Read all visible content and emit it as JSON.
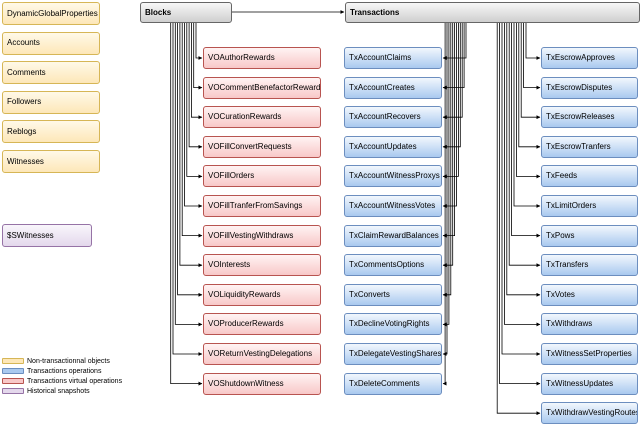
{
  "non_transactional": [
    "DynamicGlobalProperties",
    "Accounts",
    "Comments",
    "Followers",
    "Reblogs",
    "Witnesses"
  ],
  "historical": [
    "$SWitnesses"
  ],
  "blocks_label": "Blocks",
  "transactions_label": "Transactions",
  "virtual_operations": [
    "VOAuthorRewards",
    "VOCommentBenefactorRewards",
    "VOCurationRewards",
    "VOFillConvertRequests",
    "VOFillOrders",
    "VOFillTranferFromSavings",
    "VOFillVestingWithdraws",
    "VOInterests",
    "VOLiquidityRewards",
    "VOProducerRewards",
    "VOReturnVestingDelegations",
    "VOShutdownWitness"
  ],
  "transactions_col1": [
    "TxAccountClaims",
    "TxAccountCreates",
    "TxAccountRecovers",
    "TxAccountUpdates",
    "TxAccountWitnessProxys",
    "TxAccountWitnessVotes",
    "TxClaimRewardBalances",
    "TxCommentsOptions",
    "TxConverts",
    "TxDeclineVotingRights",
    "TxDelegateVestingShares",
    "TxDeleteComments"
  ],
  "transactions_col2": [
    "TxEscrowApproves",
    "TxEscrowDisputes",
    "TxEscrowReleases",
    "TxEscrowTranfers",
    "TxFeeds",
    "TxLimitOrders",
    "TxPows",
    "TxTransfers",
    "TxVotes",
    "TxWithdraws",
    "TxWitnessSetProperties",
    "TxWitnessUpdates",
    "TxWithdrawVestingRoutes"
  ],
  "legend": [
    {
      "label": "Non-transactionnal objects",
      "fill": "#fde7b8",
      "stroke": "#d6b656"
    },
    {
      "label": "Transactions operations",
      "fill": "#a9c9ef",
      "stroke": "#6c8ebf"
    },
    {
      "label": "Transactions virtual operations",
      "fill": "#f8c8c8",
      "stroke": "#b85450"
    },
    {
      "label": "Historical snapshots",
      "fill": "#e4d8ec",
      "stroke": "#9673a6"
    }
  ]
}
